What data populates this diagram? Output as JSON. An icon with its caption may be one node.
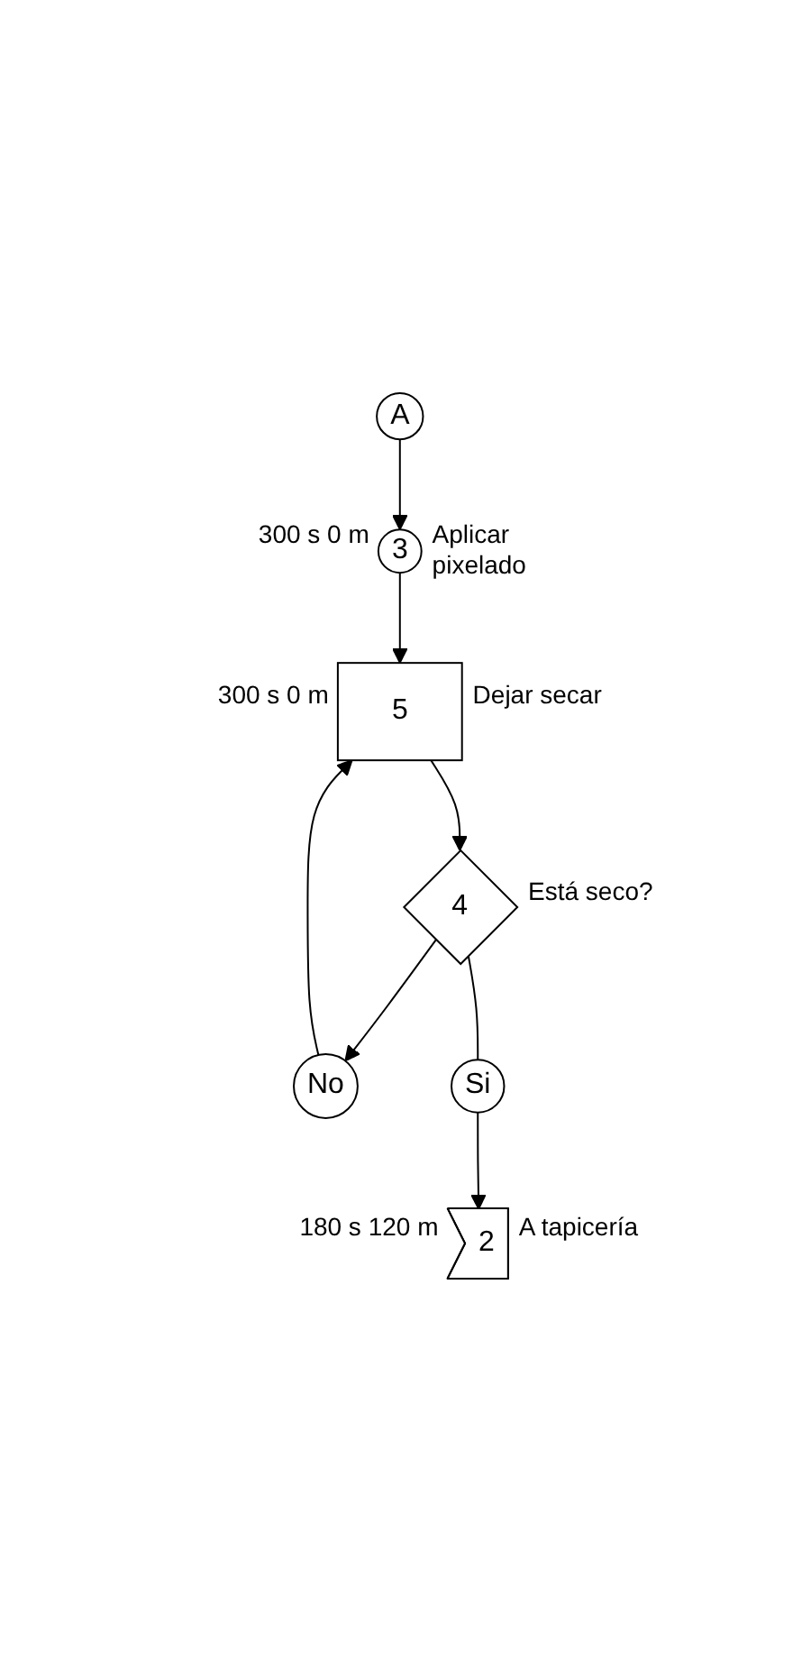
{
  "diagram": {
    "nodes": [
      {
        "text": [
          "A"
        ]
      },
      {
        "text": [
          "3"
        ],
        "beside": [
          "300 s 0 m",
          "Aplicar pixelado"
        ]
      },
      {
        "text": [
          "5"
        ],
        "beside": [
          "300 s 0 m",
          "Dejar secar"
        ]
      },
      {
        "text": [
          "4"
        ],
        "beside": [
          "Está seco?"
        ]
      },
      {
        "text": [
          "No"
        ]
      },
      {
        "text": [
          "Si"
        ]
      },
      {
        "text": [
          "2"
        ],
        "beside": [
          "180 s 120 m",
          "A tapicería"
        ]
      }
    ],
    "edges": [
      {
        "from": 0,
        "to": 1,
        "arrow": "to"
      },
      {
        "from": 1,
        "to": 2,
        "arrow": "to"
      },
      {
        "from": 2,
        "to": 3,
        "arrow": "to"
      },
      {
        "from": 3,
        "to": 4,
        "arrow": "to"
      },
      {
        "from": 4,
        "to": 2,
        "arrow": "to"
      },
      {
        "from": 3,
        "to": 5,
        "arrow": "none"
      },
      {
        "from": 5,
        "to": 6,
        "arrow": "to"
      }
    ]
  }
}
